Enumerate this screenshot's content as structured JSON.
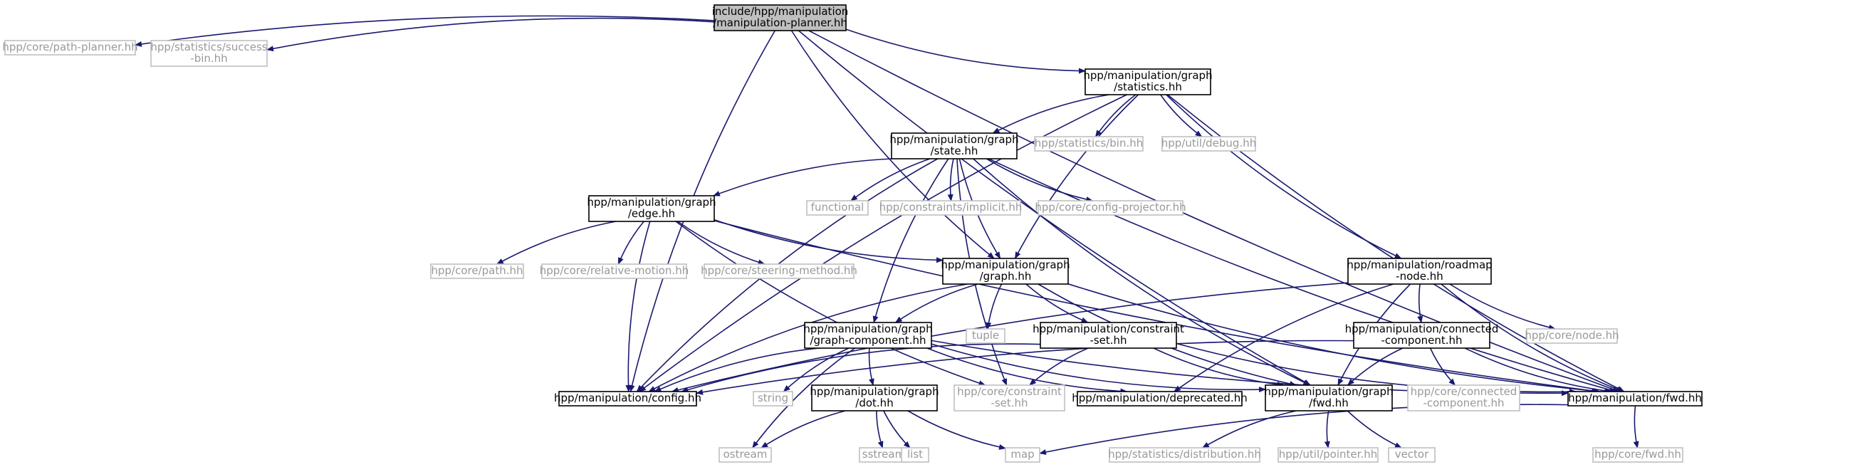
{
  "graph": {
    "nodes": [
      {
        "id": "root",
        "kind": "root",
        "lines": [
          "include/hpp/manipulation",
          "/manipulation-planner.hh"
        ]
      },
      {
        "id": "path-planner",
        "kind": "sys",
        "lines": [
          "hpp/core/path-planner.hh"
        ]
      },
      {
        "id": "success-bin",
        "kind": "sys",
        "lines": [
          "hpp/statistics/success",
          "-bin.hh"
        ]
      },
      {
        "id": "graph-statistics",
        "kind": "doc",
        "lines": [
          "hpp/manipulation/graph",
          "/statistics.hh"
        ]
      },
      {
        "id": "graph-state",
        "kind": "doc",
        "lines": [
          "hpp/manipulation/graph",
          "/state.hh"
        ]
      },
      {
        "id": "statistics-bin",
        "kind": "sys",
        "lines": [
          "hpp/statistics/bin.hh"
        ]
      },
      {
        "id": "util-debug",
        "kind": "sys",
        "lines": [
          "hpp/util/debug.hh"
        ]
      },
      {
        "id": "graph-edge",
        "kind": "doc",
        "lines": [
          "hpp/manipulation/graph",
          "/edge.hh"
        ]
      },
      {
        "id": "functional",
        "kind": "sys",
        "lines": [
          "functional"
        ]
      },
      {
        "id": "constraints-implicit",
        "kind": "sys",
        "lines": [
          "hpp/constraints/implicit.hh"
        ]
      },
      {
        "id": "config-projector",
        "kind": "sys",
        "lines": [
          "hpp/core/config-projector.hh"
        ]
      },
      {
        "id": "core-path",
        "kind": "sys",
        "lines": [
          "hpp/core/path.hh"
        ]
      },
      {
        "id": "relative-motion",
        "kind": "sys",
        "lines": [
          "hpp/core/relative-motion.hh"
        ]
      },
      {
        "id": "steering-method",
        "kind": "sys",
        "lines": [
          "hpp/core/steering-method.hh"
        ]
      },
      {
        "id": "graph-graph",
        "kind": "doc",
        "lines": [
          "hpp/manipulation/graph",
          "/graph.hh"
        ]
      },
      {
        "id": "roadmap-node",
        "kind": "doc",
        "lines": [
          "hpp/manipulation/roadmap",
          "-node.hh"
        ]
      },
      {
        "id": "tuple",
        "kind": "sys",
        "lines": [
          "tuple"
        ]
      },
      {
        "id": "graph-component",
        "kind": "doc",
        "lines": [
          "hpp/manipulation/graph",
          "/graph-component.hh"
        ]
      },
      {
        "id": "constraint-set",
        "kind": "doc",
        "lines": [
          "hpp/manipulation/constraint",
          "-set.hh"
        ]
      },
      {
        "id": "core-node",
        "kind": "sys",
        "lines": [
          "hpp/core/node.hh"
        ]
      },
      {
        "id": "connected-component",
        "kind": "doc",
        "lines": [
          "hpp/manipulation/connected",
          "-component.hh"
        ]
      },
      {
        "id": "config",
        "kind": "doc",
        "lines": [
          "hpp/manipulation/config.hh"
        ]
      },
      {
        "id": "string",
        "kind": "sys",
        "lines": [
          "string"
        ]
      },
      {
        "id": "graph-dot",
        "kind": "doc",
        "lines": [
          "hpp/manipulation/graph",
          "/dot.hh"
        ]
      },
      {
        "id": "core-constraint-set",
        "kind": "sys",
        "lines": [
          "hpp/core/constraint",
          "-set.hh"
        ]
      },
      {
        "id": "deprecated",
        "kind": "doc",
        "lines": [
          "hpp/manipulation/deprecated.hh"
        ]
      },
      {
        "id": "graph-fwd",
        "kind": "doc",
        "lines": [
          "hpp/manipulation/graph",
          "/fwd.hh"
        ]
      },
      {
        "id": "core-connected-component",
        "kind": "sys",
        "lines": [
          "hpp/core/connected",
          "-component.hh"
        ]
      },
      {
        "id": "manip-fwd",
        "kind": "doc",
        "lines": [
          "hpp/manipulation/fwd.hh"
        ]
      },
      {
        "id": "ostream",
        "kind": "sys",
        "lines": [
          "ostream"
        ]
      },
      {
        "id": "sstream",
        "kind": "sys",
        "lines": [
          "sstream"
        ]
      },
      {
        "id": "list",
        "kind": "sys",
        "lines": [
          "list"
        ]
      },
      {
        "id": "map",
        "kind": "sys",
        "lines": [
          "map"
        ]
      },
      {
        "id": "distribution",
        "kind": "sys",
        "lines": [
          "hpp/statistics/distribution.hh"
        ]
      },
      {
        "id": "util-pointer",
        "kind": "sys",
        "lines": [
          "hpp/util/pointer.hh"
        ]
      },
      {
        "id": "vector",
        "kind": "sys",
        "lines": [
          "vector"
        ]
      },
      {
        "id": "core-fwd",
        "kind": "sys",
        "lines": [
          "hpp/core/fwd.hh"
        ]
      }
    ],
    "edges": [
      [
        "root",
        "path-planner"
      ],
      [
        "root",
        "success-bin"
      ],
      [
        "root",
        "graph-statistics"
      ],
      [
        "root",
        "config"
      ],
      [
        "root",
        "graph-graph"
      ],
      [
        "root",
        "manip-fwd"
      ],
      [
        "root",
        "graph-fwd"
      ],
      [
        "graph-statistics",
        "graph-state"
      ],
      [
        "graph-statistics",
        "statistics-bin"
      ],
      [
        "graph-statistics",
        "util-debug"
      ],
      [
        "graph-statistics",
        "roadmap-node"
      ],
      [
        "graph-statistics",
        "graph-graph"
      ],
      [
        "graph-statistics",
        "config"
      ],
      [
        "graph-statistics",
        "manip-fwd"
      ],
      [
        "graph-state",
        "graph-edge"
      ],
      [
        "graph-state",
        "functional"
      ],
      [
        "graph-state",
        "constraints-implicit"
      ],
      [
        "graph-state",
        "config-projector"
      ],
      [
        "graph-state",
        "graph-graph"
      ],
      [
        "graph-state",
        "graph-component"
      ],
      [
        "graph-state",
        "config"
      ],
      [
        "graph-state",
        "graph-fwd"
      ],
      [
        "graph-state",
        "manip-fwd"
      ],
      [
        "graph-state",
        "core-constraint-set"
      ],
      [
        "graph-edge",
        "core-path"
      ],
      [
        "graph-edge",
        "relative-motion"
      ],
      [
        "graph-edge",
        "steering-method"
      ],
      [
        "graph-edge",
        "graph-graph"
      ],
      [
        "graph-edge",
        "config"
      ],
      [
        "graph-edge",
        "core-constraint-set"
      ],
      [
        "graph-edge",
        "manip-fwd"
      ],
      [
        "graph-graph",
        "tuple"
      ],
      [
        "graph-graph",
        "graph-component"
      ],
      [
        "graph-graph",
        "constraint-set"
      ],
      [
        "graph-graph",
        "config"
      ],
      [
        "graph-graph",
        "graph-fwd"
      ],
      [
        "graph-graph",
        "manip-fwd"
      ],
      [
        "roadmap-node",
        "core-node"
      ],
      [
        "roadmap-node",
        "connected-component"
      ],
      [
        "roadmap-node",
        "config"
      ],
      [
        "roadmap-node",
        "deprecated"
      ],
      [
        "roadmap-node",
        "graph-fwd"
      ],
      [
        "roadmap-node",
        "manip-fwd"
      ],
      [
        "graph-component",
        "string"
      ],
      [
        "graph-component",
        "ostream"
      ],
      [
        "graph-component",
        "graph-dot"
      ],
      [
        "graph-component",
        "config"
      ],
      [
        "graph-component",
        "deprecated"
      ],
      [
        "graph-component",
        "graph-fwd"
      ],
      [
        "graph-component",
        "manip-fwd"
      ],
      [
        "constraint-set",
        "config"
      ],
      [
        "constraint-set",
        "core-constraint-set"
      ],
      [
        "constraint-set",
        "graph-fwd"
      ],
      [
        "constraint-set",
        "manip-fwd"
      ],
      [
        "connected-component",
        "config"
      ],
      [
        "connected-component",
        "graph-fwd"
      ],
      [
        "connected-component",
        "core-connected-component"
      ],
      [
        "connected-component",
        "manip-fwd"
      ],
      [
        "graph-dot",
        "ostream"
      ],
      [
        "graph-dot",
        "sstream"
      ],
      [
        "graph-dot",
        "list"
      ],
      [
        "graph-dot",
        "map"
      ],
      [
        "graph-fwd",
        "distribution"
      ],
      [
        "graph-fwd",
        "util-pointer"
      ],
      [
        "graph-fwd",
        "vector"
      ],
      [
        "manip-fwd",
        "map"
      ],
      [
        "manip-fwd",
        "core-fwd"
      ]
    ]
  }
}
